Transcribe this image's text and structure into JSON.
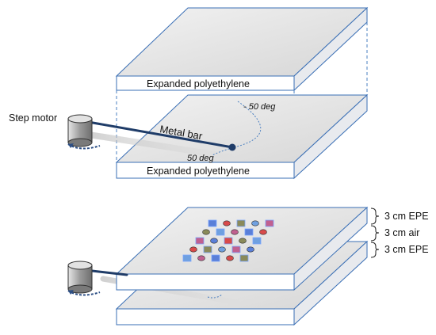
{
  "labels": {
    "step_motor": "Step motor",
    "metal_bar": "Metal bar",
    "angle_neg": "- 50 deg",
    "angle_pos": "50 deg",
    "epe_top": "Expanded polyethylene",
    "epe_bottom": "Expanded polyethylene"
  },
  "layers": [
    {
      "text": "3 cm EPE"
    },
    {
      "text": "3 cm air"
    },
    {
      "text": "3 cm EPE"
    }
  ],
  "sample_grid": {
    "rows": 5,
    "cols": 5,
    "tile_colors": [
      "#5a7fd8",
      "#d84a4a",
      "#8a8a5a",
      "#6fa0e0",
      "#c06090"
    ]
  },
  "colors": {
    "edge": "#3a6fb5",
    "bar": "#1f3c68",
    "arc": "#4a7fc0"
  }
}
